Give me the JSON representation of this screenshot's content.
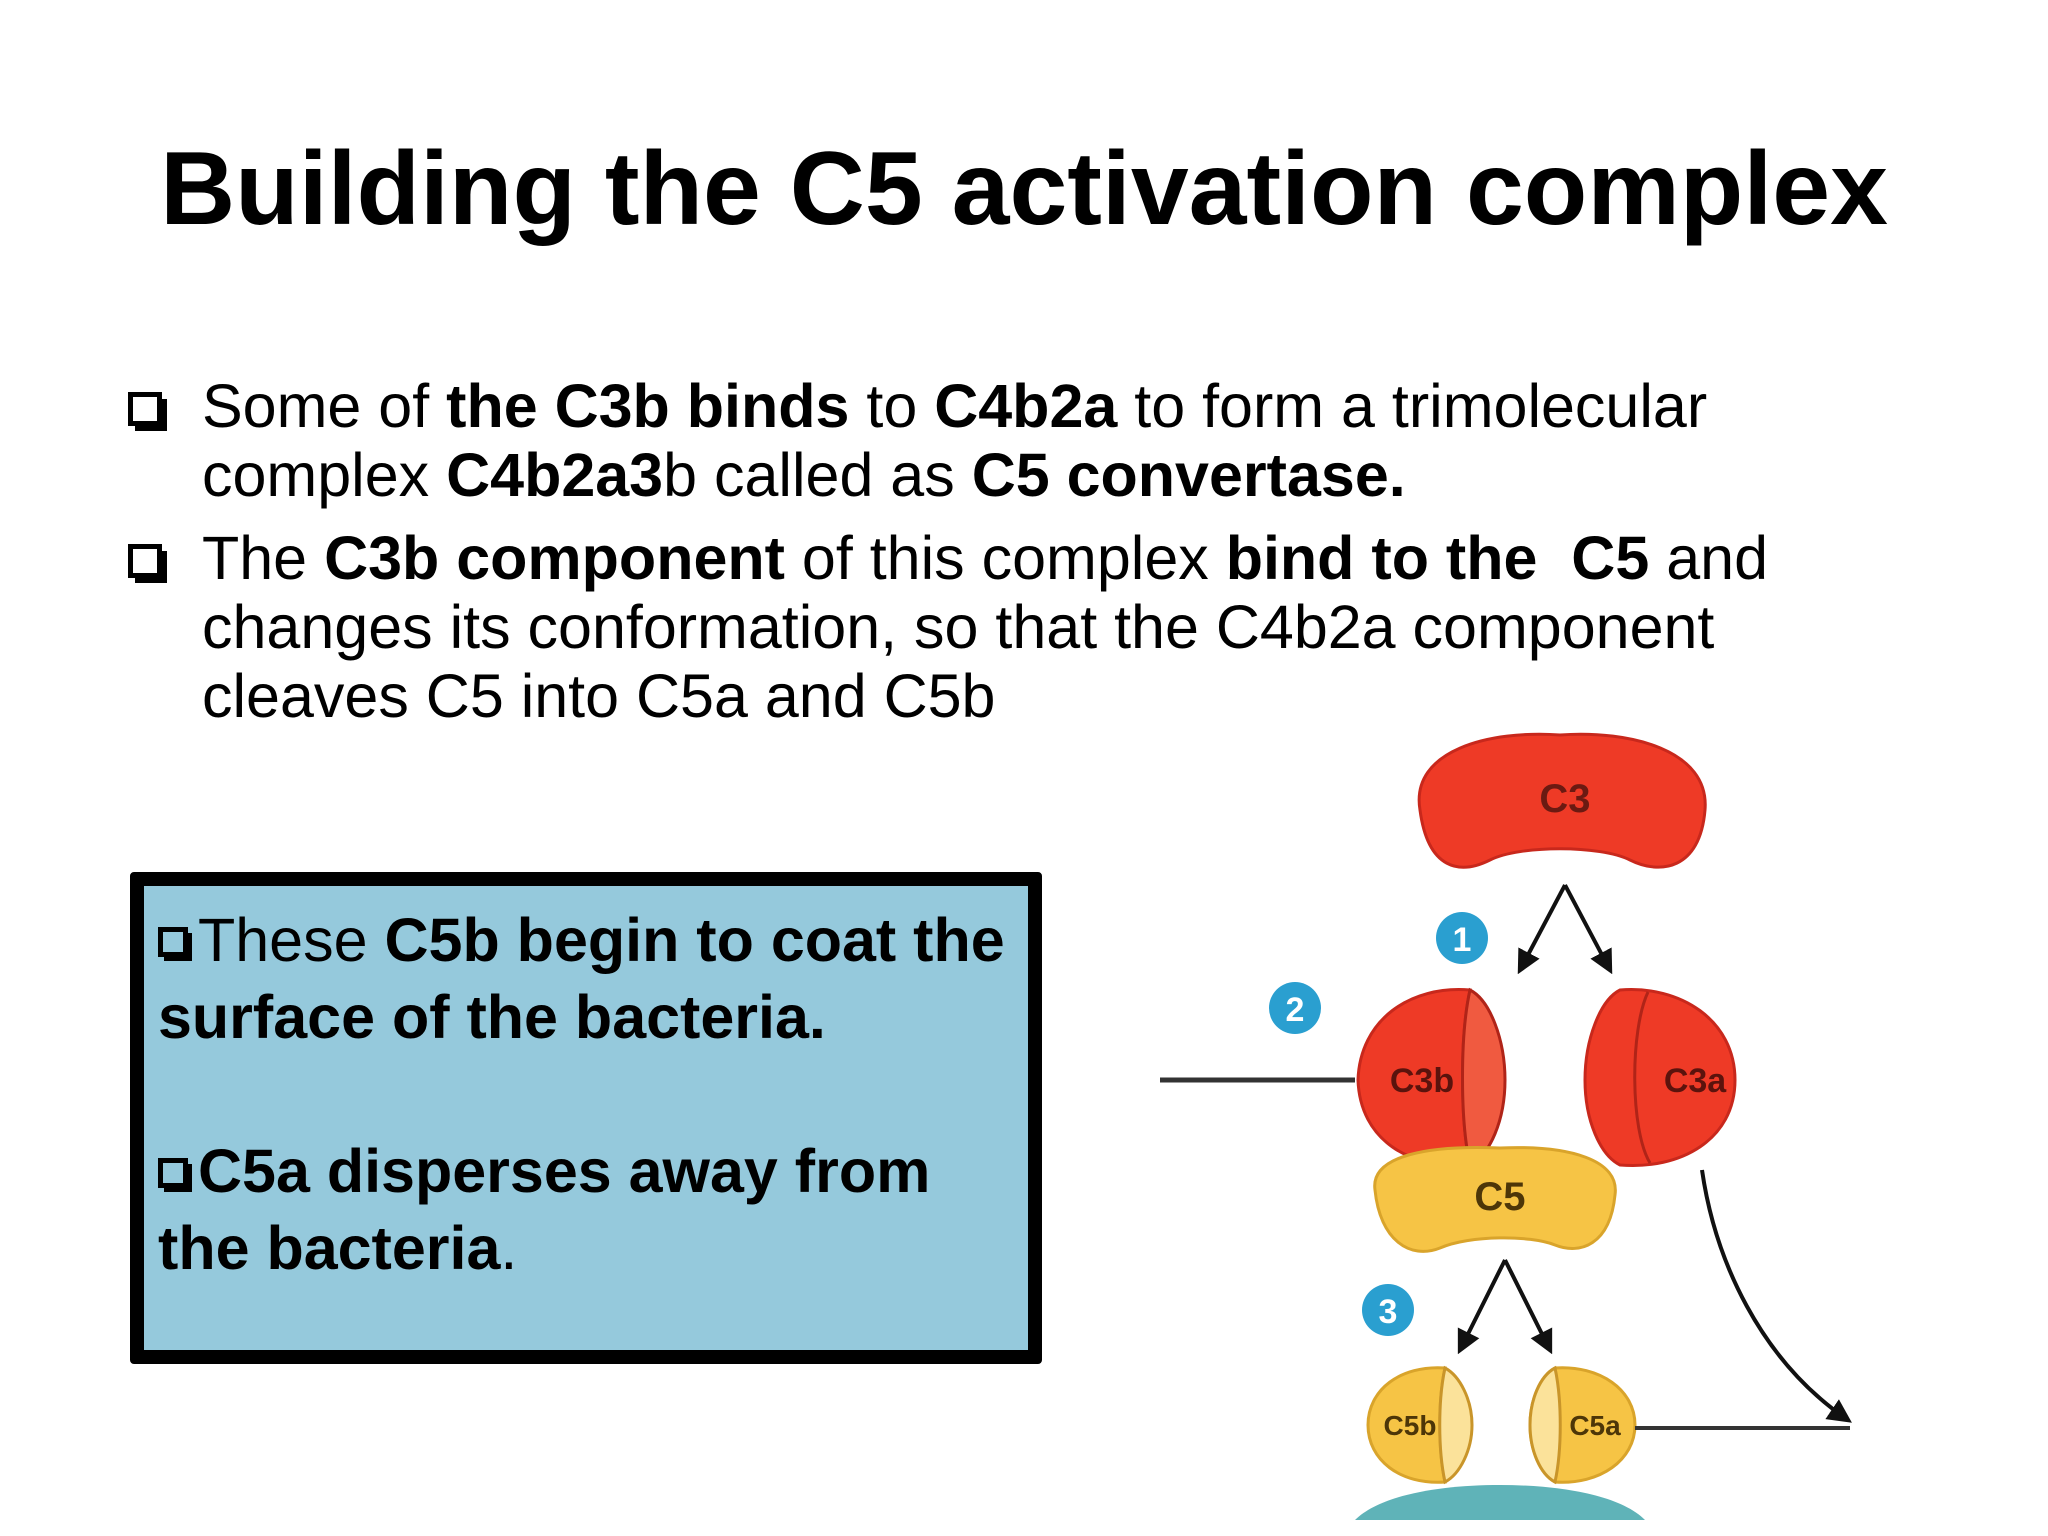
{
  "title": "Building the C5 activation complex",
  "bullets": [
    {
      "parts": [
        {
          "t": "Some of ",
          "b": false
        },
        {
          "t": "the C3b binds",
          "b": true
        },
        {
          "t": " to ",
          "b": false
        },
        {
          "t": "C4b2a",
          "b": true
        },
        {
          "t": " to form a trimolecular complex ",
          "b": false
        },
        {
          "t": "C4b2a3",
          "b": true
        },
        {
          "t": "b called as ",
          "b": false
        },
        {
          "t": "C5 convertase.",
          "b": true
        }
      ]
    },
    {
      "parts": [
        {
          "t": "The ",
          "b": false
        },
        {
          "t": "C3b component",
          "b": true
        },
        {
          "t": " of this complex ",
          "b": false
        },
        {
          "t": "bind to the  C5",
          "b": true
        },
        {
          "t": " and changes its conformation, so that the C4b2a  component cleaves C5 into C5a and C5b",
          "b": false
        }
      ]
    }
  ],
  "box": {
    "p1_normal": "These ",
    "p1_bold": "C5b begin to coat the surface of the bacteria.",
    "p2_bold": "C5a disperses away from the bacteria",
    "p2_tail": "."
  },
  "diagram": {
    "labels": {
      "c3": "C3",
      "c3b": "C3b",
      "c3a": "C3a",
      "c5": "C5",
      "c5b": "C5b",
      "c5a": "C5a"
    },
    "steps": [
      "1",
      "2",
      "3"
    ],
    "colors": {
      "red": "#ee3a26",
      "red_dark": "#c8281c",
      "yellow": "#f6c445",
      "yellow_light": "#fbe29a",
      "step_blue": "#2a9fd0",
      "box_blue": "#95c9dc",
      "teal": "#5fb3b8"
    }
  }
}
